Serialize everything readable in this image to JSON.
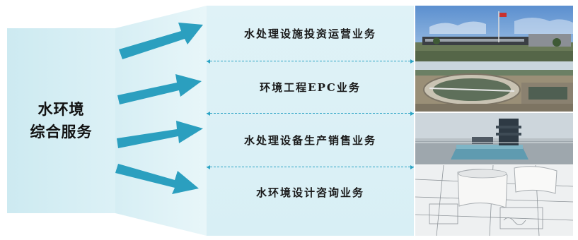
{
  "source": {
    "line1": "水环境",
    "line2": "综合服务"
  },
  "businesses": [
    {
      "label": "水处理设施投资运营业务",
      "photo": "water-treatment-facility-photo"
    },
    {
      "label": "环境工程EPC业务",
      "photo": "sedimentation-tank-photo"
    },
    {
      "label": "水处理设备生产销售业务",
      "photo": "treatment-equipment-photo"
    },
    {
      "label": "水环境设计咨询业务",
      "photo": "design-blueprints-photo"
    }
  ],
  "colors": {
    "arrow": "#2b9fbf",
    "panel": "#dcf1f6",
    "separator": "#2aa3c4"
  }
}
